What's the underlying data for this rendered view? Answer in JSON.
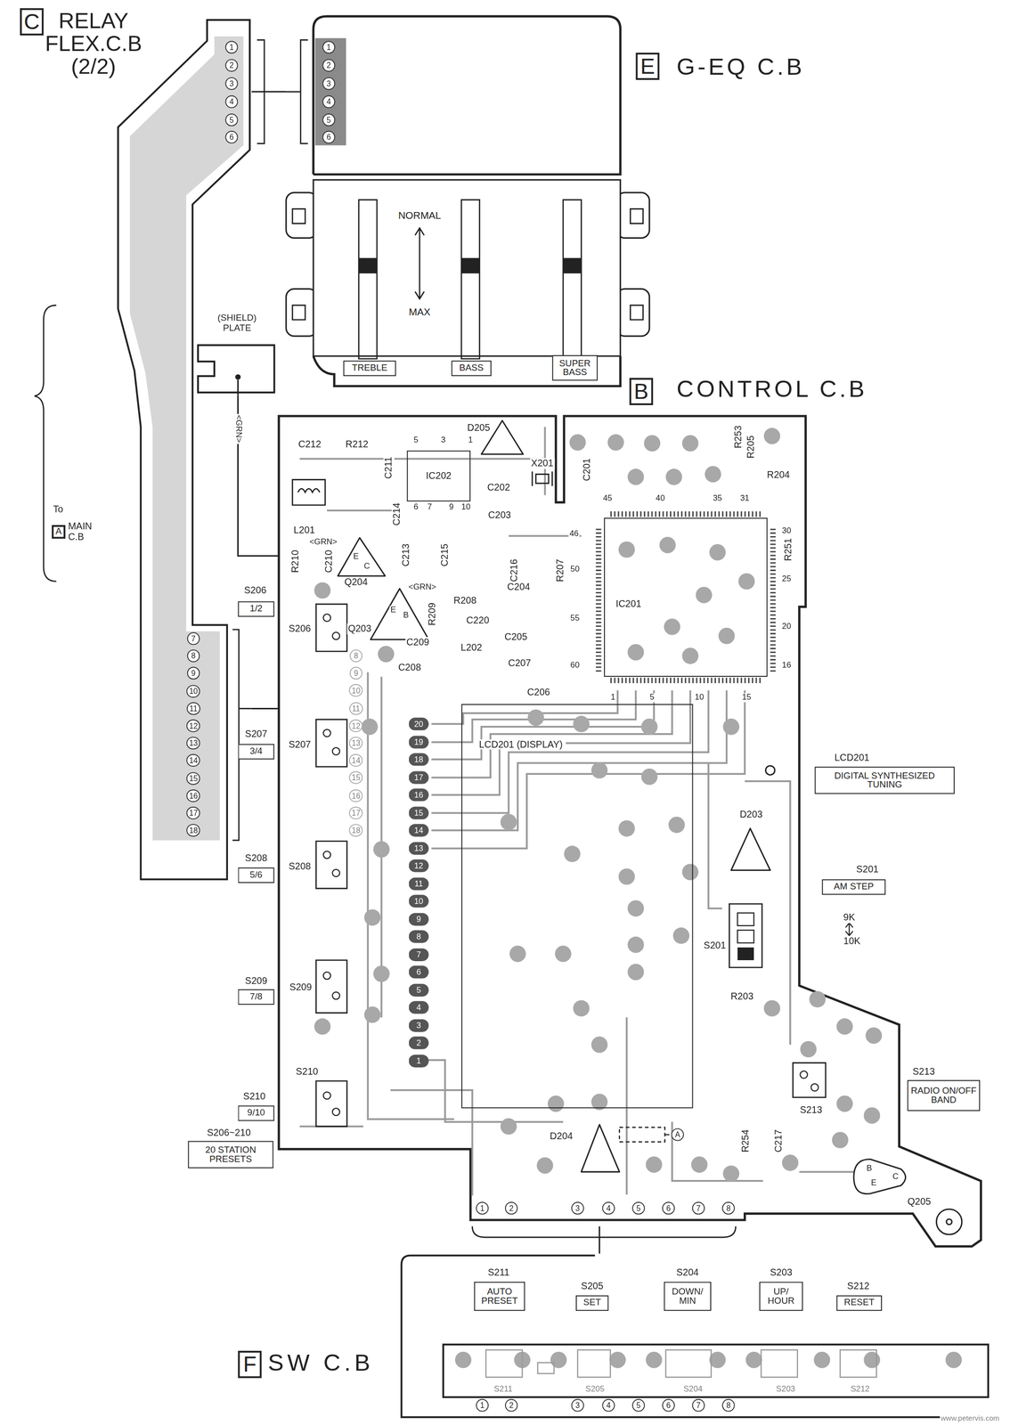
{
  "diagram": {
    "nodes": [
      {
        "text": [
          "C"
        ]
      },
      {
        "text": [
          "RELAY FLEX.C.B (2/2)"
        ]
      },
      {
        "text": [
          "E"
        ]
      },
      {
        "text": [
          "G-EQ C.B"
        ]
      },
      {
        "text": [
          "TREBLE"
        ],
        "in": 3
      },
      {
        "text": [
          "BASS"
        ],
        "in": 3
      },
      {
        "text": [
          "SUPER BASS"
        ],
        "in": 3
      },
      {
        "text": [
          "(SHIELD) PLATE"
        ]
      },
      {
        "text": [
          "A"
        ]
      },
      {
        "text": [
          "B"
        ]
      },
      {
        "text": [
          "CONTROL C.B"
        ]
      },
      {
        "text": [
          "IC202"
        ],
        "in": 10
      },
      {
        "text": [
          "IC201"
        ],
        "in": 10
      },
      {
        "text": [
          "LCD201 (DISPLAY)"
        ],
        "in": 10
      },
      {
        "text": [
          "1/2"
        ]
      },
      {
        "text": [
          "3/4"
        ]
      },
      {
        "text": [
          "5/6"
        ]
      },
      {
        "text": [
          "7/8"
        ]
      },
      {
        "text": [
          "9/10"
        ]
      },
      {
        "text": [
          "20 STATION PRESETS"
        ]
      },
      {
        "text": [
          "DIGITAL SYNTHESIZED TUNING"
        ]
      },
      {
        "text": [
          "AM STEP"
        ]
      },
      {
        "text": [
          "RADIO ON/OFF BAND"
        ]
      },
      {
        "text": [
          "F"
        ]
      },
      {
        "text": [
          "SW C.B"
        ]
      },
      {
        "text": [
          "AUTO PRESET"
        ],
        "in": 24
      },
      {
        "text": [
          "SET"
        ],
        "in": 24
      },
      {
        "text": [
          "DOWN/ MIN"
        ],
        "in": 24
      },
      {
        "text": [
          "UP/ HOUR"
        ],
        "in": 24
      },
      {
        "text": [
          "RESET"
        ],
        "in": 24
      }
    ],
    "edges": [
      {
        "from": 1,
        "to": 3,
        "arrow": "none"
      },
      {
        "from": 7,
        "to": 10,
        "arrow": "none",
        "label": "<GRN>"
      },
      {
        "from": 1,
        "to": 10,
        "arrow": "none"
      },
      {
        "from": 10,
        "to": 24,
        "arrow": "none"
      }
    ],
    "labels": [
      "1",
      "2",
      "3",
      "4",
      "5",
      "6",
      "7",
      "8",
      "9",
      "10",
      "11",
      "12",
      "13",
      "14",
      "15",
      "16",
      "17",
      "18",
      "1",
      "2",
      "3",
      "4",
      "5",
      "6",
      "NORMAL",
      "MAX",
      "To",
      "MAIN C.B",
      "<GRN>",
      "<GRN>",
      "C212",
      "R212",
      "D205",
      "5",
      "3",
      "1",
      "C211",
      "L201",
      "C214",
      "6",
      "7",
      "9",
      "10",
      "C202",
      "X201",
      "C201",
      "C203",
      "R253",
      "R205",
      "R204",
      "45",
      "40",
      "35",
      "31",
      "46",
      "30",
      "R210",
      "C210",
      "E",
      "C",
      "Q204",
      "C213",
      "C215",
      "C216",
      "R207",
      "50",
      "R251",
      "25",
      "R208",
      "R209",
      "E",
      "B",
      "Q203",
      "S206",
      "C220",
      "C204",
      "55",
      "20",
      "C205",
      "C209",
      "L202",
      "C208",
      "C207",
      "60",
      "16",
      "C206",
      "1",
      "5",
      "10",
      "15",
      "20",
      "19",
      "18",
      "17",
      "16",
      "15",
      "14",
      "13",
      "12",
      "11",
      "10",
      "9",
      "8",
      "7",
      "6",
      "5",
      "4",
      "3",
      "2",
      "1",
      "S207",
      "S208",
      "S209",
      "S210",
      "D203",
      "S201",
      "R203",
      "S213",
      "R254",
      "C217",
      "D204",
      "A",
      "B",
      "C",
      "E",
      "Q205",
      "1",
      "2",
      "3",
      "4",
      "5",
      "6",
      "7",
      "8",
      "S206",
      "S207",
      "S208",
      "S209",
      "S210",
      "S206~210",
      "LCD201",
      "S201",
      "9K",
      "10K",
      "S213",
      "S211",
      "S205",
      "S204",
      "S203",
      "S212",
      "S211",
      "S205",
      "S204",
      "S203",
      "S212",
      "1",
      "2",
      "3",
      "4",
      "5",
      "6",
      "7",
      "8",
      "8",
      "9",
      "10",
      "11",
      "12",
      "13",
      "14",
      "15",
      "16",
      "17",
      "18",
      "www.petervis.com"
    ]
  }
}
